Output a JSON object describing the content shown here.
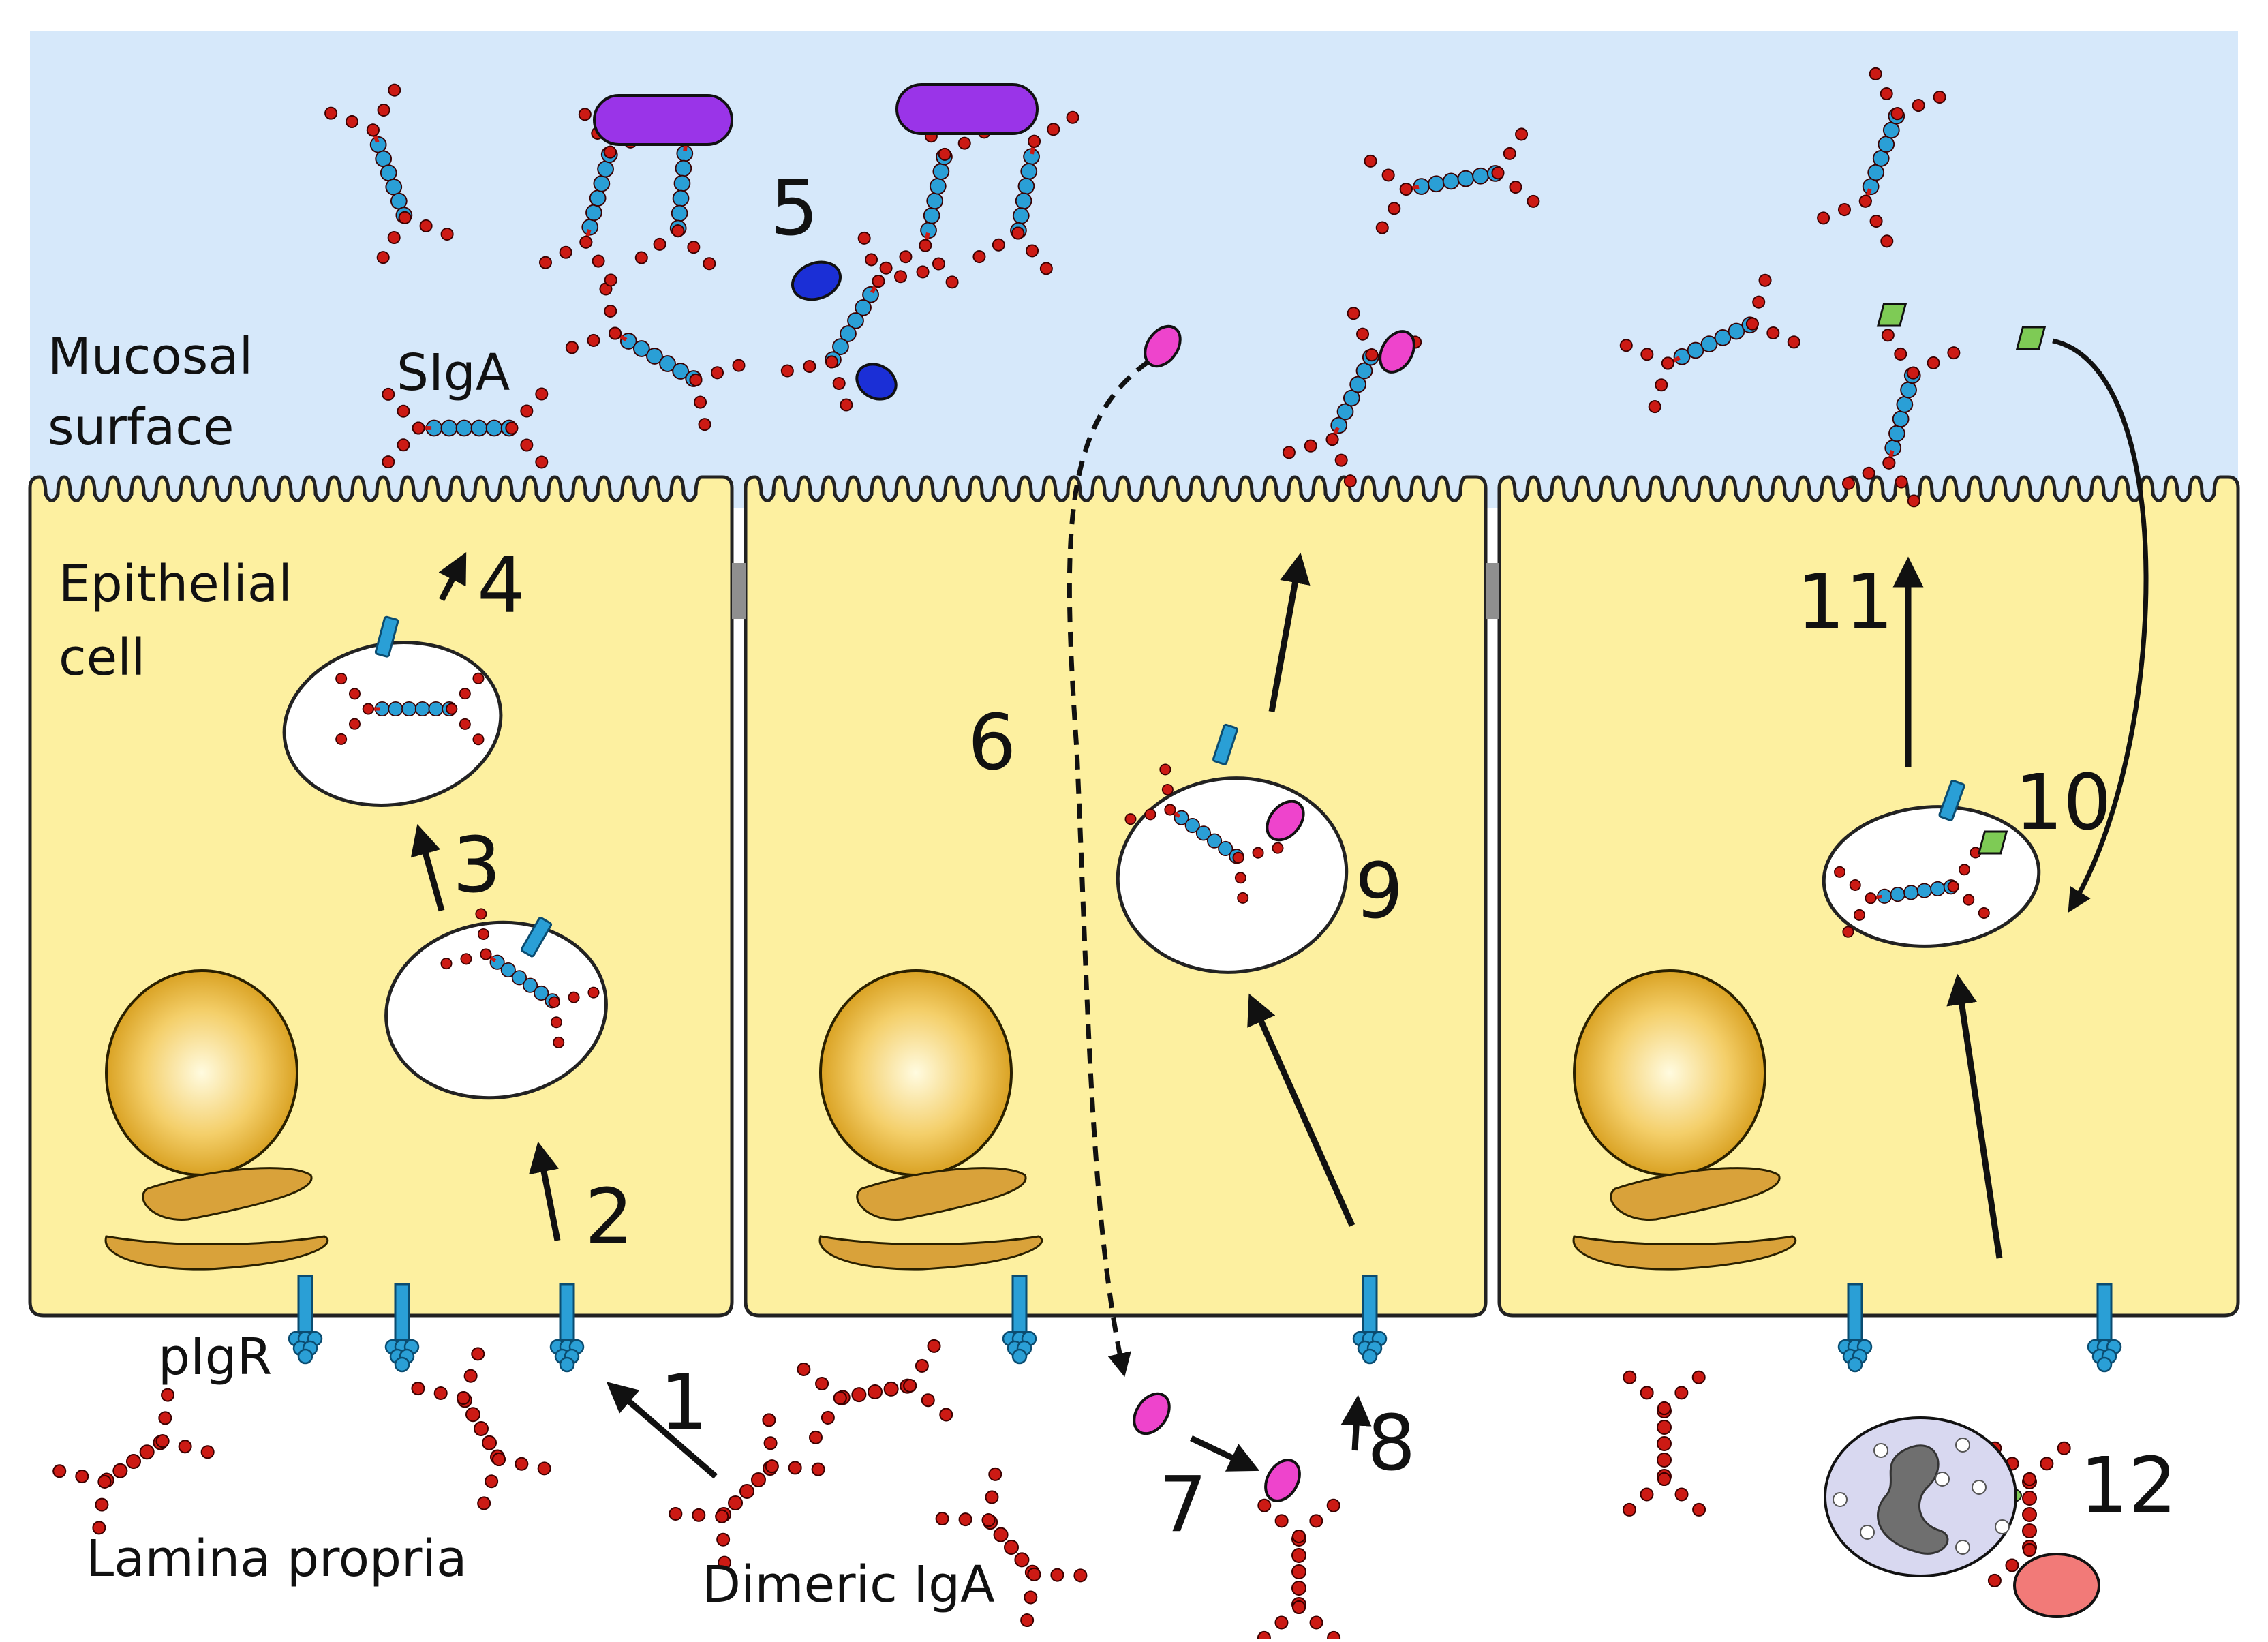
{
  "labels": {
    "mucosal_surface_line1": "Mucosal",
    "mucosal_surface_line2": "surface",
    "sIgA": "SIgA",
    "epithelial_cell_line1": "Epithelial",
    "epithelial_cell_line2": "cell",
    "pIgR": "pIgR",
    "lamina_propria": "Lamina propria",
    "dimeric_IgA": "Dimeric IgA"
  },
  "steps": [
    "1",
    "2",
    "3",
    "4",
    "5",
    "6",
    "7",
    "8",
    "9",
    "10",
    "11",
    "12"
  ],
  "colors": {
    "lumen": "#d6e8fa",
    "cell_fill": "#fdf0a0",
    "membrane": "#222222",
    "tight_junction": "#8f8f8f",
    "igA_heavy_chain": "#cc1a14",
    "secretory_component": "#2a9fd6",
    "pIgR": "#2a9fd6",
    "bacterium": "#9a34e8",
    "antigen_blue": "#1b2fd6",
    "virus_pink": "#ee44cc",
    "antigen_green": "#7ecb55",
    "nucleus": "#e0a521",
    "golgi": "#d9a23a",
    "phagocyte": "#d8d8f0",
    "phagocyte_nucleus": "#6f6f6f",
    "target_cell": "#f27a78"
  }
}
